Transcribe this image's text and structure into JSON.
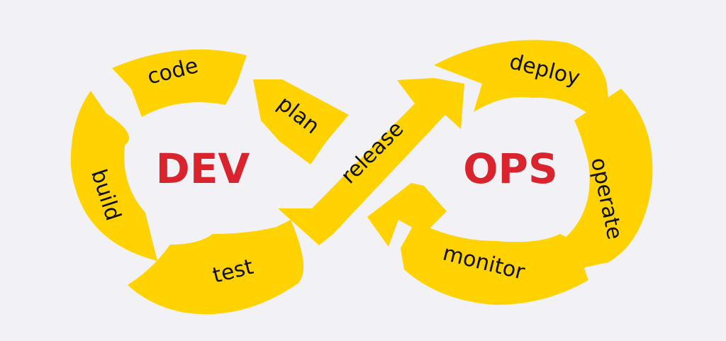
{
  "diagram": {
    "center_left": "DEV",
    "center_right": "OPS",
    "stages": {
      "plan": "plan",
      "code": "code",
      "build": "build",
      "test": "test",
      "release": "release",
      "deploy": "deploy",
      "operate": "operate",
      "monitor": "monitor"
    },
    "colors": {
      "background": "#f1f1f6",
      "segment": "#ffd200",
      "label": "#111111",
      "center_text": "#d9232d"
    }
  }
}
